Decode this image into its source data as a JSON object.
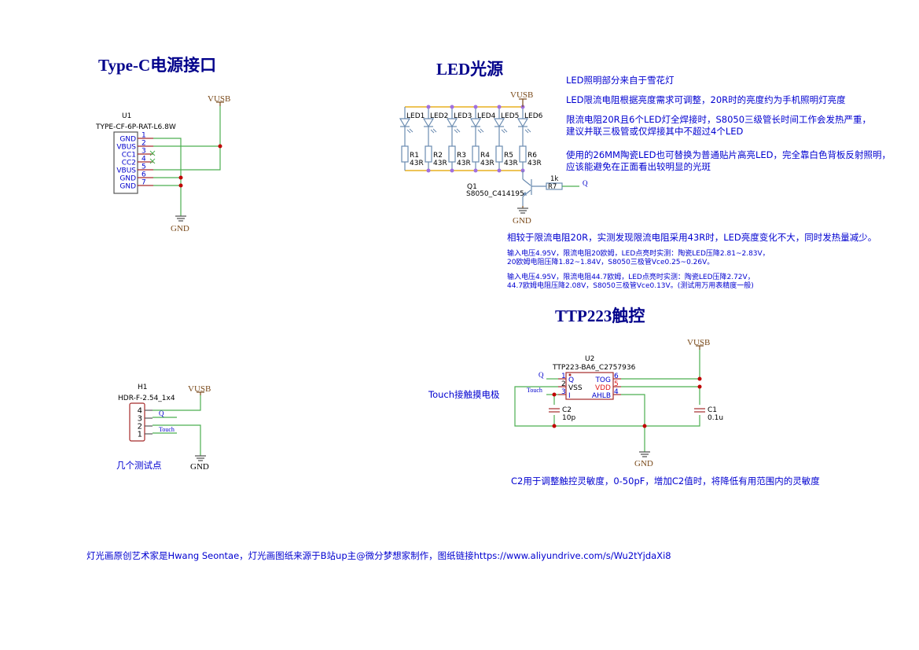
{
  "sections": {
    "typec": {
      "title": "Type-C电源接口",
      "ref": "U1",
      "part": "TYPE-CF-6P-RAT-L6.8W",
      "pins": [
        {
          "num": "1",
          "name": "GND"
        },
        {
          "num": "2",
          "name": "VBUS"
        },
        {
          "num": "3",
          "name": "CC1"
        },
        {
          "num": "4",
          "name": "CC2"
        },
        {
          "num": "5",
          "name": "VBUS"
        },
        {
          "num": "6",
          "name": "GND"
        },
        {
          "num": "7",
          "name": "GND"
        }
      ],
      "power_label": "VUSB",
      "ground_label": "GND"
    },
    "led": {
      "title": "LED光源",
      "power_label": "VUSB",
      "ground_label": "GND",
      "leds": [
        "LED1",
        "LED2",
        "LED3",
        "LED4",
        "LED5",
        "LED6"
      ],
      "resistors": [
        {
          "ref": "R1",
          "value": "43R"
        },
        {
          "ref": "R2",
          "value": "43R"
        },
        {
          "ref": "R3",
          "value": "43R"
        },
        {
          "ref": "R4",
          "value": "43R"
        },
        {
          "ref": "R5",
          "value": "43R"
        },
        {
          "ref": "R6",
          "value": "43R"
        }
      ],
      "transistor": {
        "ref": "Q1",
        "part": "S8050_C414195"
      },
      "base_resistor": {
        "ref": "R7",
        "value": "1k"
      },
      "net_q": "Q",
      "notes": [
        "LED照明部分来自于雪花灯",
        "LED限流电阻根据亮度需求可调整，20R时的亮度约为手机照明灯亮度",
        "限流电阻20R且6个LED灯全焊接时，S8050三级管长时间工作会发热严重，",
        "建议并联三极管或仅焊接其中不超过4个LED",
        "使用的26MM陶瓷LED也可替换为普通贴片高亮LED，完全靠白色背板反射照明，",
        "应该能避免在正面看出较明显的光斑"
      ],
      "test_summary": "相较于限流电阻20R，实测发现限流电阻采用43R时，LED亮度变化不大，同时发热量减少。",
      "test_details": [
        "输入电压4.95V，限流电阻20欧姆，LED点亮时实测：陶瓷LED压降2.81~2.83V，",
        "20欧姆电阻压降1.82~1.84V，S8050三极管Vce0.25~0.26V。",
        "输入电压4.95V，限流电阻44.7欧姆，LED点亮时实测：陶瓷LED压降2.72V，",
        "44.7欧姆电阻压降2.08V，S8050三极管Vce0.13V。(测试用万用表精度一般)"
      ]
    },
    "ttp223": {
      "title": "TTP223触控",
      "ref": "U2",
      "part": "TTP223-BA6_C2757936",
      "pins_left": [
        {
          "num": "1",
          "name": "Q"
        },
        {
          "num": "2",
          "name": "VSS"
        },
        {
          "num": "3",
          "name": "I"
        }
      ],
      "pins_right": [
        {
          "num": "6",
          "name": "TOG"
        },
        {
          "num": "5",
          "name": "VDD"
        },
        {
          "num": "4",
          "name": "AHLB"
        }
      ],
      "net_q": "Q",
      "net_touch": "Touch",
      "c2": {
        "ref": "C2",
        "value": "10p"
      },
      "c1": {
        "ref": "C1",
        "value": "0.1u"
      },
      "power_label": "VUSB",
      "ground_label": "GND",
      "touch_label": "Touch接触摸电极",
      "note": "C2用于调整触控灵敏度，0-50pF，增加C2值时，将降低有用范围内的灵敏度"
    },
    "header": {
      "ref": "H1",
      "part": "HDR-F-2.54_1x4",
      "pins": [
        "4",
        "3",
        "2",
        "1"
      ],
      "net_q": "Q",
      "net_touch": "Touch",
      "power_label": "VUSB",
      "ground_label": "GND",
      "caption": "几个测试点"
    }
  },
  "footer": "灯光画原创艺术家是Hwang Seontae，灯光画图纸来源于B站up主@微分梦想家制作，图纸链接https://www.aliyundrive.com/s/Wu2tYjdaXi8",
  "colors": {
    "wire": "#4caf50",
    "pin": "#a52a2a",
    "junction": "#c00000",
    "bus": "#e8b020",
    "bus_junction": "#a070e0",
    "component": "#6a8bb0",
    "power_label": "#7a4a1a",
    "pin_text": "#0000cc",
    "title": "#00008b",
    "vdd_red": "#e02020"
  }
}
